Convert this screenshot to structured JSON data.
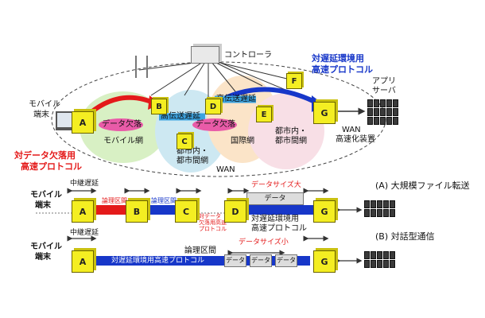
{
  "top": {
    "controller": "コントローラ",
    "mobile_terminal": [
      "モバイル",
      "端末"
    ],
    "app_server": [
      "アプリ",
      "サーバ"
    ],
    "wan_accel": [
      "WAN",
      "高速化装置"
    ],
    "low_latency_protocol": [
      "対遅延環境用",
      "高速プロトコル"
    ],
    "data_loss_protocol": [
      "対データ欠落用",
      "高速プロトコル"
    ],
    "mobile_net": "モバイル網",
    "metro_net_left": [
      "都市内・",
      "都市間網"
    ],
    "intl_net": "国際網",
    "metro_net_right": [
      "都市内・",
      "都市間網"
    ],
    "wan": "WAN",
    "data_loss_1": "データ欠落",
    "data_loss_2": "データ欠落",
    "high_latency_1": "高伝送遅延",
    "high_latency_2": "高伝送遅延",
    "nodes": [
      "A",
      "B",
      "C",
      "D",
      "E",
      "F",
      "G"
    ]
  },
  "row_a": {
    "terminal": [
      "モバイル",
      "端末"
    ],
    "relay": "中継遅延",
    "logical_1": "論理区間",
    "logical_2": "論理区間",
    "data_size_large": "データサイズ大",
    "data": "データ",
    "low_latency_protocol": [
      "対遅延環境用",
      "高速プロトコル"
    ],
    "data_loss_small": [
      "対データ",
      "欠落用高速",
      "プロトコル"
    ],
    "caption": "(A) 大規模ファイル転送",
    "nodes": [
      "A",
      "B",
      "C",
      "D",
      "G"
    ]
  },
  "row_b": {
    "terminal": [
      "モバイル",
      "端末"
    ],
    "relay": "中継遅延",
    "logical": "論理区間",
    "protocol": "対遅延環境用高速プロトコル",
    "data_size_small": "データサイズ小",
    "data_blocks": [
      "データ",
      "データ",
      "データ"
    ],
    "caption": "(B) 対話型通信",
    "nodes": [
      "A",
      "G"
    ]
  }
}
